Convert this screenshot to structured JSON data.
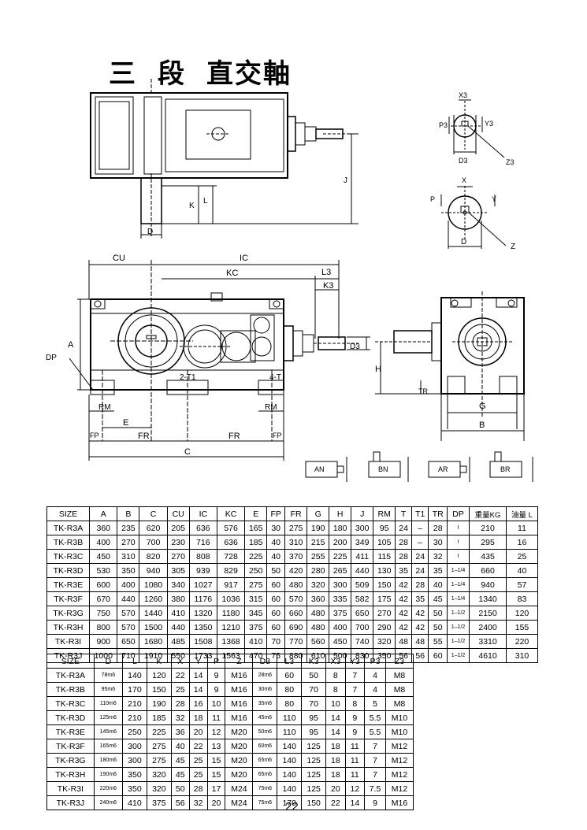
{
  "title": [
    "三",
    "段",
    "直交軸"
  ],
  "drawing_labels": {
    "top_D": "D",
    "top_K": "K",
    "top_L": "L",
    "top_J": "J",
    "shaft_X3": "X3",
    "shaft_P3": "P3",
    "shaft_Y3": "Y3",
    "shaft_D3": "D3",
    "shaft_Z3": "Z3",
    "shaft_X": "X",
    "shaft_P": "P",
    "shaft_Y": "Y",
    "shaft_D": "D",
    "shaft_Z": "Z",
    "CU": "CU",
    "IC": "IC",
    "KC": "KC",
    "L3": "L3",
    "K3": "K3",
    "A": "A",
    "DP": "DP",
    "D3": "D3",
    "2T1": "2-T1",
    "4T": "4-T",
    "RM_left": "RM",
    "RM_right": "RM",
    "E": "E",
    "FP_left": "FP",
    "FR_left": "FR",
    "FR_right": "FR",
    "FP_right": "FP",
    "C": "C",
    "H": "H",
    "TR": "TR",
    "G": "G",
    "B": "B",
    "AN": "AN",
    "BN": "BN",
    "AR": "AR",
    "BR": "BR"
  },
  "table1": {
    "headers": [
      "SIZE",
      "A",
      "B",
      "C",
      "CU",
      "IC",
      "KC",
      "E",
      "FP",
      "FR",
      "G",
      "H",
      "J",
      "RM",
      "T",
      "T1",
      "TR",
      "DP",
      "重量KG",
      "油量 L"
    ],
    "rows": [
      [
        "TK-R3A",
        "360",
        "235",
        "620",
        "205",
        "636",
        "576",
        "165",
        "30",
        "275",
        "190",
        "180",
        "300",
        "95",
        "24",
        "–",
        "28",
        "I",
        "210",
        "11"
      ],
      [
        "TK-R3B",
        "400",
        "270",
        "700",
        "230",
        "716",
        "636",
        "185",
        "40",
        "310",
        "215",
        "200",
        "349",
        "105",
        "28",
        "–",
        "30",
        "I",
        "295",
        "16"
      ],
      [
        "TK-R3C",
        "450",
        "310",
        "820",
        "270",
        "808",
        "728",
        "225",
        "40",
        "370",
        "255",
        "225",
        "411",
        "115",
        "28",
        "24",
        "32",
        "I",
        "435",
        "25"
      ],
      [
        "TK-R3D",
        "530",
        "350",
        "940",
        "305",
        "939",
        "829",
        "250",
        "50",
        "420",
        "280",
        "265",
        "440",
        "130",
        "35",
        "24",
        "35",
        "1–1/4",
        "660",
        "40"
      ],
      [
        "TK-R3E",
        "600",
        "400",
        "1080",
        "340",
        "1027",
        "917",
        "275",
        "60",
        "480",
        "320",
        "300",
        "509",
        "150",
        "42",
        "28",
        "40",
        "1–1/4",
        "940",
        "57"
      ],
      [
        "TK-R3F",
        "670",
        "440",
        "1260",
        "380",
        "1176",
        "1036",
        "315",
        "60",
        "570",
        "360",
        "335",
        "582",
        "175",
        "42",
        "35",
        "45",
        "1–1/4",
        "1340",
        "83"
      ],
      [
        "TK-R3G",
        "750",
        "570",
        "1440",
        "410",
        "1320",
        "1180",
        "345",
        "60",
        "660",
        "480",
        "375",
        "650",
        "270",
        "42",
        "42",
        "50",
        "1–1/2",
        "2150",
        "120"
      ],
      [
        "TK-R3H",
        "800",
        "570",
        "1500",
        "440",
        "1350",
        "1210",
        "375",
        "60",
        "690",
        "480",
        "400",
        "700",
        "290",
        "42",
        "42",
        "50",
        "1–1/2",
        "2400",
        "155"
      ],
      [
        "TK-R3I",
        "900",
        "650",
        "1680",
        "485",
        "1508",
        "1368",
        "410",
        "70",
        "770",
        "560",
        "450",
        "740",
        "320",
        "48",
        "48",
        "55",
        "1–1/2",
        "3310",
        "220"
      ],
      [
        "TK-R3J",
        "1000",
        "710",
        "1910",
        "550",
        "1733",
        "1563",
        "470",
        "75",
        "880",
        "610",
        "500",
        "830",
        "350",
        "56",
        "56",
        "60",
        "1–1/2",
        "4610",
        "310"
      ]
    ]
  },
  "table2": {
    "headers": [
      "SIZE",
      "D",
      "L",
      "K",
      "X",
      "Y",
      "P",
      "Z",
      "D3",
      "L3",
      "K3",
      "X3",
      "Y3",
      "P3",
      "Z3"
    ],
    "rows": [
      [
        "TK-R3A",
        "78m6",
        "140",
        "120",
        "22",
        "14",
        "9",
        "M16",
        "28m6",
        "60",
        "50",
        "8",
        "7",
        "4",
        "M8"
      ],
      [
        "TK-R3B",
        "95m6",
        "170",
        "150",
        "25",
        "14",
        "9",
        "M16",
        "30m6",
        "80",
        "70",
        "8",
        "7",
        "4",
        "M8"
      ],
      [
        "TK-R3C",
        "110m6",
        "210",
        "190",
        "28",
        "16",
        "10",
        "M16",
        "35m6",
        "80",
        "70",
        "10",
        "8",
        "5",
        "M8"
      ],
      [
        "TK-R3D",
        "125m6",
        "210",
        "185",
        "32",
        "18",
        "11",
        "M16",
        "45m6",
        "110",
        "95",
        "14",
        "9",
        "5.5",
        "M10"
      ],
      [
        "TK-R3E",
        "145m6",
        "250",
        "225",
        "36",
        "20",
        "12",
        "M20",
        "50m6",
        "110",
        "95",
        "14",
        "9",
        "5.5",
        "M10"
      ],
      [
        "TK-R3F",
        "165m6",
        "300",
        "275",
        "40",
        "22",
        "13",
        "M20",
        "60m6",
        "140",
        "125",
        "18",
        "11",
        "7",
        "M12"
      ],
      [
        "TK-R3G",
        "180m6",
        "300",
        "275",
        "45",
        "25",
        "15",
        "M20",
        "65m6",
        "140",
        "125",
        "18",
        "11",
        "7",
        "M12"
      ],
      [
        "TK-R3H",
        "190m6",
        "350",
        "320",
        "45",
        "25",
        "15",
        "M20",
        "65m6",
        "140",
        "125",
        "18",
        "11",
        "7",
        "M12"
      ],
      [
        "TK-R3I",
        "220m6",
        "350",
        "320",
        "50",
        "28",
        "17",
        "M24",
        "75m6",
        "140",
        "125",
        "20",
        "12",
        "7.5",
        "M12"
      ],
      [
        "TK-R3J",
        "240m6",
        "410",
        "375",
        "56",
        "32",
        "20",
        "M24",
        "75m6",
        "170",
        "150",
        "22",
        "14",
        "9",
        "M16"
      ]
    ]
  },
  "page_number": "22"
}
